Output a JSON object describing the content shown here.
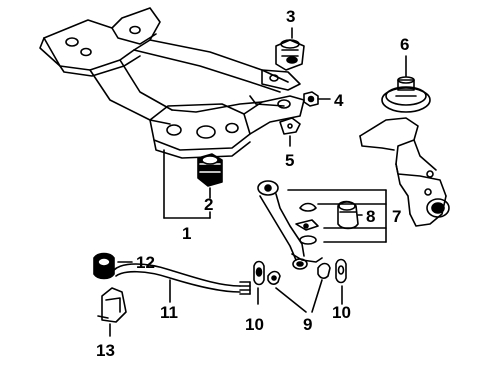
{
  "diagram": {
    "ink_color": "#000000",
    "background_color": "#ffffff",
    "callouts": [
      {
        "id": "c1",
        "label": "1"
      },
      {
        "id": "c2",
        "label": "2"
      },
      {
        "id": "c3",
        "label": "3"
      },
      {
        "id": "c4",
        "label": "4"
      },
      {
        "id": "c5",
        "label": "5"
      },
      {
        "id": "c6",
        "label": "6"
      },
      {
        "id": "c7",
        "label": "7"
      },
      {
        "id": "c8",
        "label": "8"
      },
      {
        "id": "c9",
        "label": "9"
      },
      {
        "id": "c10a",
        "label": "10"
      },
      {
        "id": "c10b",
        "label": "10"
      },
      {
        "id": "c11",
        "label": "11"
      },
      {
        "id": "c12",
        "label": "12"
      },
      {
        "id": "c13",
        "label": "13"
      }
    ]
  }
}
